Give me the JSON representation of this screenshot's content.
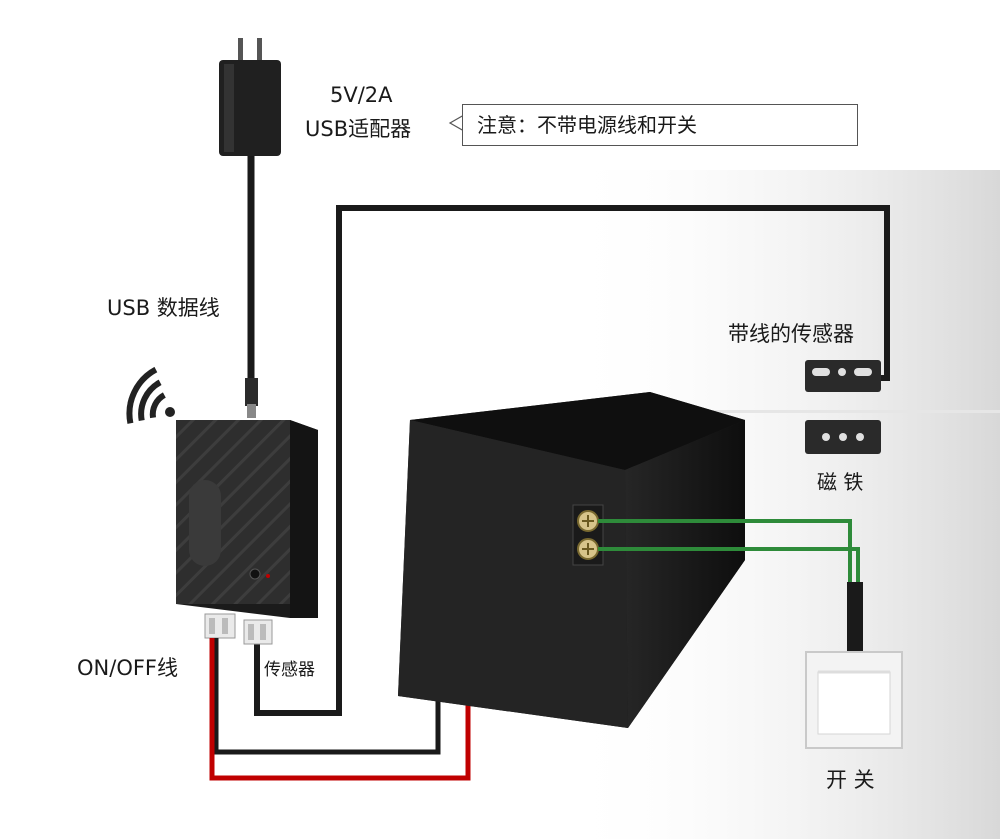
{
  "labels": {
    "adapter": "5V/2A",
    "adapter_type": "USB适配器",
    "note": "注意：不带电源线和开关",
    "usb_cable": "USB 数据线",
    "sensor_wired": "带线的传感器",
    "magnet": "磁 铁",
    "onoff_wire": "ON/OFF线",
    "sensor_port": "传感器",
    "switch": "开 关"
  },
  "icons": {
    "wifi": "wifi-icon",
    "adapter": "usb-adapter-icon",
    "controller": "smart-controller-device",
    "opener": "garage-door-opener-box",
    "sensor": "door-sensor",
    "magnet": "magnet-block",
    "switch": "wall-switch"
  },
  "colors": {
    "wire_black": "#1a1a1a",
    "wire_red": "#c00000",
    "wire_green": "#2e8b3a",
    "device_dark": "#2a2a2a",
    "box_dark": "#1e1e1e"
  }
}
